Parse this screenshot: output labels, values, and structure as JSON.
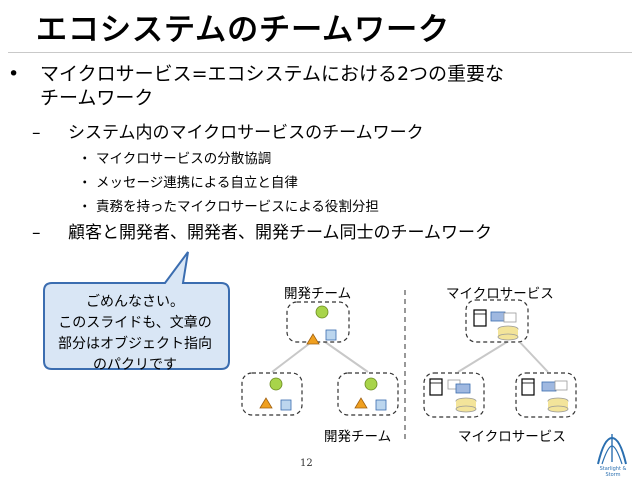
{
  "slide": {
    "title": "エコシステムのチームワーク",
    "bullets": {
      "main_line1": "マイクロサービス=エコシステムにおける2つの重要な",
      "main_line2": "チームワーク",
      "sub1": "システム内のマイクロサービスのチームワーク",
      "sub1_items": [
        "マイクロサービスの分散協調",
        "メッセージ連携による自立と自律",
        "責務を持ったマイクロサービスによる役割分担"
      ],
      "sub2": "顧客と開発者、開発者、開発チーム同士のチームワーク"
    },
    "bullet_glyph": "•",
    "dash_glyph": "–",
    "dot_glyph": "・",
    "callout": {
      "lines": [
        "ごめんなさい。",
        "このスライドも、文章の",
        "部分はオブジェクト指向",
        "のパクリです"
      ]
    },
    "diagram": {
      "team_label_top": "開発チーム",
      "team_label_bottom": "開発チーム",
      "service_label_top": "マイクロサービス",
      "service_label_bottom": "マイクロサービス"
    },
    "page_number": "12",
    "logo_text": "Starlight & Storm"
  },
  "colors": {
    "callout_fill": "#d9e6f5",
    "callout_stroke": "#3b6db0",
    "smiley": "#a8d44a",
    "warning": "#f0a020",
    "cylinder": "#f3e49a",
    "dashed": "#333333"
  }
}
